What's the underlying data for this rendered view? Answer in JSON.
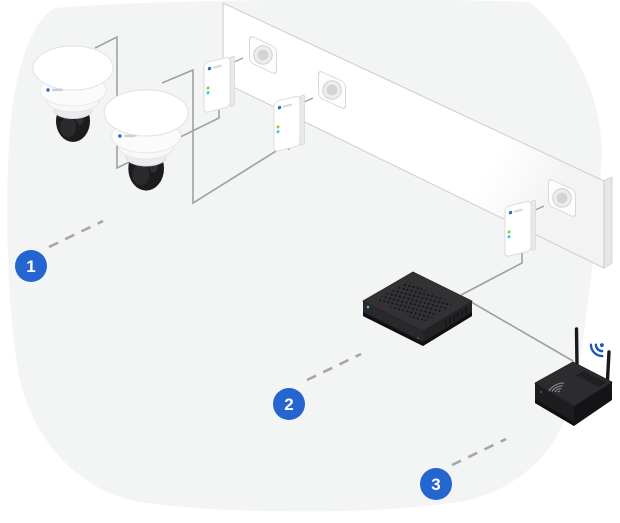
{
  "diagram": {
    "kind": "isometric powerline camera installation diagram",
    "steps": [
      {
        "number": "1"
      },
      {
        "number": "2"
      },
      {
        "number": "3"
      }
    ],
    "badge_color": "#2565cf",
    "badge_text_color": "#ffffff",
    "colors": {
      "background_blob": "#f3f4f4",
      "wall": "#ffffff",
      "wall_edge": "#d2d2d4",
      "cable": "#9fa1a3",
      "dashed_line": "#a6a6a6",
      "device_body": "#2b2b2d",
      "led_green": "#86d41f",
      "led_cyan": "#30c5f2",
      "logo_blue": "#2e6bc6",
      "signal_icon": "#1d55b8"
    },
    "components": {
      "dome_cameras": 2,
      "wall_outlets": 3,
      "powerline_adapters": 3,
      "recorder": 1,
      "wifi_router": 1
    }
  }
}
